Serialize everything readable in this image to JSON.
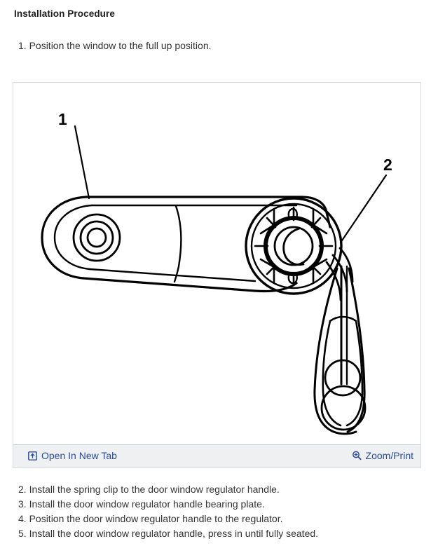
{
  "document": {
    "title": "Installation Procedure",
    "first_step": "1. Position the window to the full up position.",
    "steps": [
      "2. Install the spring clip to the door window regulator handle.",
      "3. Install the door window regulator handle bearing plate.",
      "4. Position the door window regulator handle to the regulator.",
      "5. Install the door window regulator handle, press in until fully seated."
    ]
  },
  "figure": {
    "alt_description": "Door window regulator handle assembly line drawing",
    "callouts": [
      {
        "label": "1",
        "meaning": "door-window-regulator-handle"
      },
      {
        "label": "2",
        "meaning": "spring-clip"
      }
    ],
    "footer": {
      "open_in_new_tab": {
        "label": "Open In New Tab",
        "icon": "open-in-new-window-icon"
      },
      "zoom_print": {
        "label": "Zoom/Print",
        "icon": "magnifier-plus-icon"
      }
    }
  },
  "colors": {
    "link": "#2b4b99",
    "footer_bar": "#eef0f2",
    "panel_border": "#d8dce0",
    "text": "#333333",
    "heading": "#1d1d1d",
    "line_art": "#000000"
  }
}
